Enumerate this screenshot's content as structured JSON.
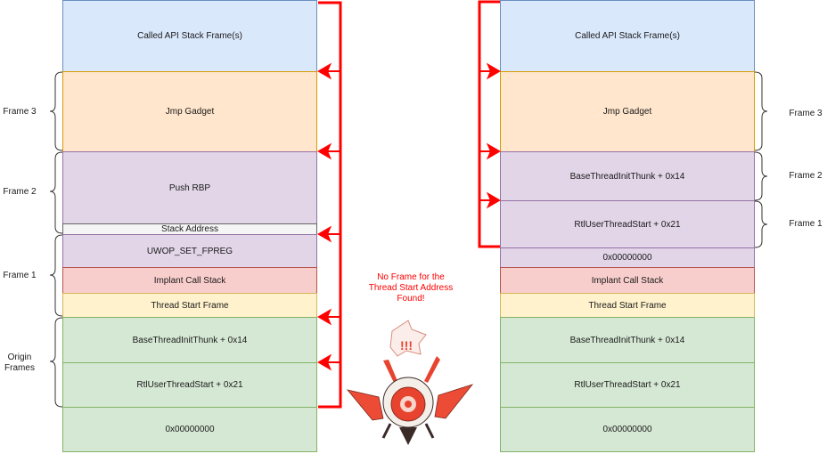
{
  "colors": {
    "arrow": "#ff0000",
    "api": "#dae8fc",
    "gadget": "#ffe6cc",
    "frame": "#e1d5e7",
    "stack_address": "#f5f5f5",
    "implant": "#f8cecc",
    "thread_start": "#fff2cc",
    "origin": "#d5e8d4"
  },
  "left_stack": {
    "cells": [
      "Called API Stack Frame(s)",
      "Jmp Gadget",
      "Push RBP",
      "Stack Address",
      "UWOP_SET_FPREG",
      "Implant Call Stack",
      "Thread Start Frame",
      "BaseThreadInitThunk + 0x14",
      "RtlUserThreadStart + 0x21",
      "0x00000000"
    ],
    "brace_labels": [
      "Frame 3",
      "Frame 2",
      "Frame 1",
      "Origin\nFrames"
    ]
  },
  "right_stack": {
    "cells": [
      "Called API Stack Frame(s)",
      "Jmp Gadget",
      "BaseThreadInitThunk + 0x14",
      "RtlUserThreadStart + 0x21",
      "0x00000000",
      "Implant Call Stack",
      "Thread Start Frame",
      "BaseThreadInitThunk + 0x14",
      "RtlUserThreadStart + 0x21",
      "0x00000000"
    ],
    "brace_labels": [
      "Frame 3",
      "Frame 2",
      "Frame 1"
    ]
  },
  "warning": {
    "text": "No Frame for the Thread Start Address Found!",
    "line1": "No Frame for the",
    "line2": "Thread Start Address",
    "line3": "Found!",
    "bubble": "!!!"
  }
}
